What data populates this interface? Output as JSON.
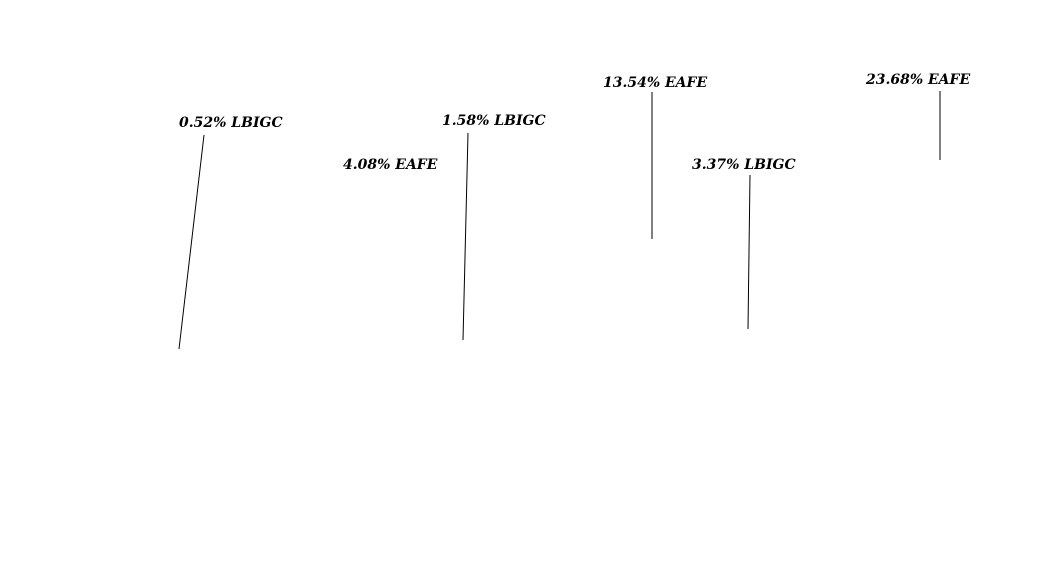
{
  "chart_data": {
    "type": "annotation",
    "labels": [
      {
        "id": "lbigc-1",
        "value": 0.52,
        "series": "LBIGC",
        "text": "0.52% LBIGC"
      },
      {
        "id": "eafe-1",
        "value": 4.08,
        "series": "EAFE",
        "text": "4.08% EAFE"
      },
      {
        "id": "lbigc-2",
        "value": 1.58,
        "series": "LBIGC",
        "text": "1.58% LBIGC"
      },
      {
        "id": "eafe-2",
        "value": 13.54,
        "series": "EAFE",
        "text": "13.54% EAFE"
      },
      {
        "id": "lbigc-3",
        "value": 3.37,
        "series": "LBIGC",
        "text": "3.37% LBIGC"
      },
      {
        "id": "eafe-3",
        "value": 23.68,
        "series": "EAFE",
        "text": "23.68% EAFE"
      }
    ]
  }
}
